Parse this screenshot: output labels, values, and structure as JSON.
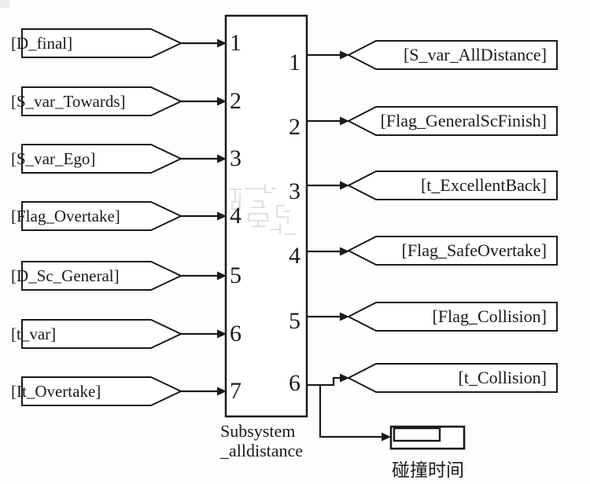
{
  "subsystem": {
    "name_line1": "Subsystem",
    "name_line2": "_alldistance",
    "input_ports": [
      "1",
      "2",
      "3",
      "4",
      "5",
      "6",
      "7"
    ],
    "output_ports": [
      "1",
      "2",
      "3",
      "4",
      "5",
      "6"
    ]
  },
  "from_tags": [
    {
      "label": "[D_final]"
    },
    {
      "label": "[S_var_Towards]"
    },
    {
      "label": "[S_var_Ego]"
    },
    {
      "label": "[Flag_Overtake]"
    },
    {
      "label": "[D_Sc_General]"
    },
    {
      "label": "[t_var]"
    },
    {
      "label": "[It_Overtake]"
    }
  ],
  "goto_tags": [
    {
      "label": "[S_var_AllDistance]"
    },
    {
      "label": "[Flag_GeneralScFinish]"
    },
    {
      "label": "[t_ExcellentBack]"
    },
    {
      "label": "[Flag_SafeOvertake]"
    },
    {
      "label": "[Flag_Collision]"
    },
    {
      "label": "[t_Collision]"
    }
  ],
  "display_block": {
    "label": "碰撞时间"
  },
  "colors": {
    "line": "#1a1a1a",
    "background": "#fdfdfd",
    "block_fill": "#ffffff",
    "watermark": "#d8d8d8"
  }
}
